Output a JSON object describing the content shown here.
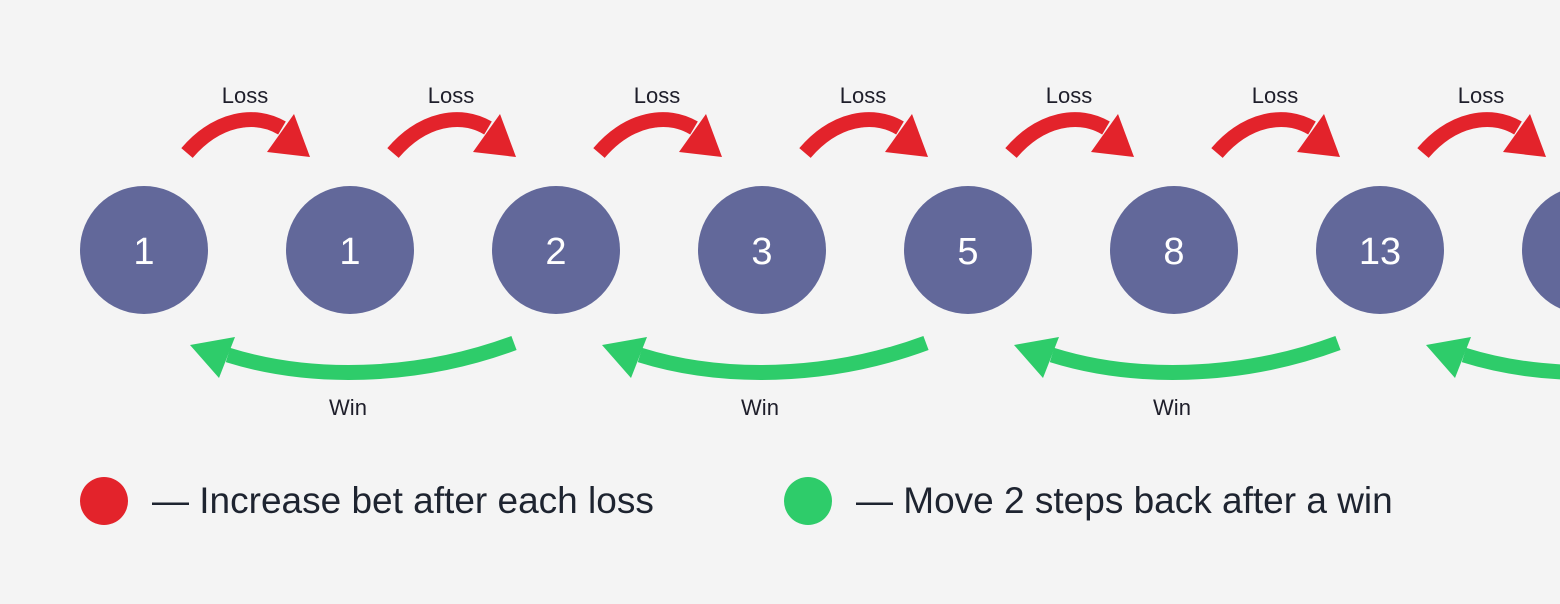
{
  "sequence": [
    "1",
    "1",
    "2",
    "3",
    "5",
    "8",
    "13",
    ""
  ],
  "loss_label": "Loss",
  "win_label": "Win",
  "colors": {
    "background": "#f4f4f4",
    "node": "#62689a",
    "loss": "#e3232b",
    "win": "#2ecc6a",
    "text": "#1e2430"
  },
  "legend": {
    "loss_text": "— Increase bet after each loss",
    "win_text": "— Move 2 steps back after a win"
  }
}
